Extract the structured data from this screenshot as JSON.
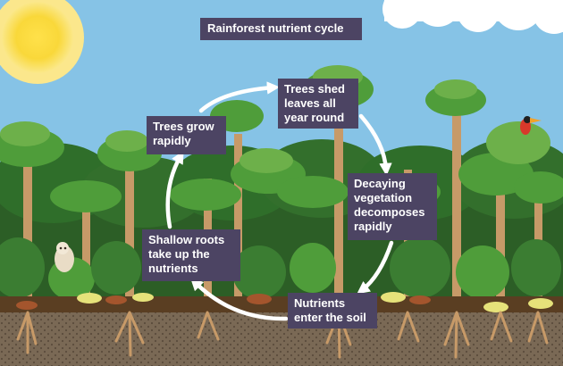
{
  "title": "Rainforest nutrient cycle",
  "cycle_steps": [
    {
      "id": "shed",
      "text": "Trees shed\nleaves all\nyear round"
    },
    {
      "id": "decay",
      "text": "Decaying\nvegetation\ndecomposes\nrapidly"
    },
    {
      "id": "soil",
      "text": "Nutrients\nenter the soil"
    },
    {
      "id": "roots",
      "text": "Shallow roots\ntake up the\nnutrients"
    },
    {
      "id": "grow",
      "text": "Trees grow\nrapidly"
    }
  ],
  "colors": {
    "sky": "#86c3e6",
    "sun": "#f9d83a",
    "label_bg": "#4c4463",
    "label_text": "#ffffff",
    "canopy_light": "#4f9d3a",
    "canopy_dark": "#2f6e2a",
    "trunk": "#c79a68",
    "soil": "#6b5a47",
    "topsoil": "#5a3e22",
    "arrow": "#ffffff"
  },
  "icons": [
    "sun-icon",
    "cloud-icon",
    "toucan-icon",
    "sloth-icon"
  ]
}
